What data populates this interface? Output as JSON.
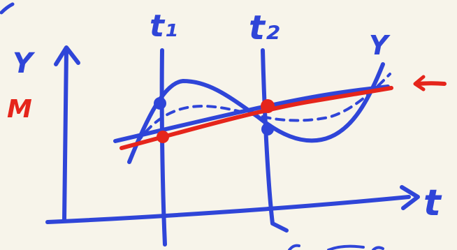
{
  "labels": {
    "t1": "t₁",
    "t2": "t₂",
    "y_axis": "Y",
    "m_axis": "M",
    "t_axis": "t",
    "curve_end": "Y"
  },
  "colors": {
    "background": "#f7f4ea",
    "ink_blue": "#2f45d8",
    "ink_red": "#e5251b"
  },
  "arrow_glyph": "arrow-left-icon"
}
